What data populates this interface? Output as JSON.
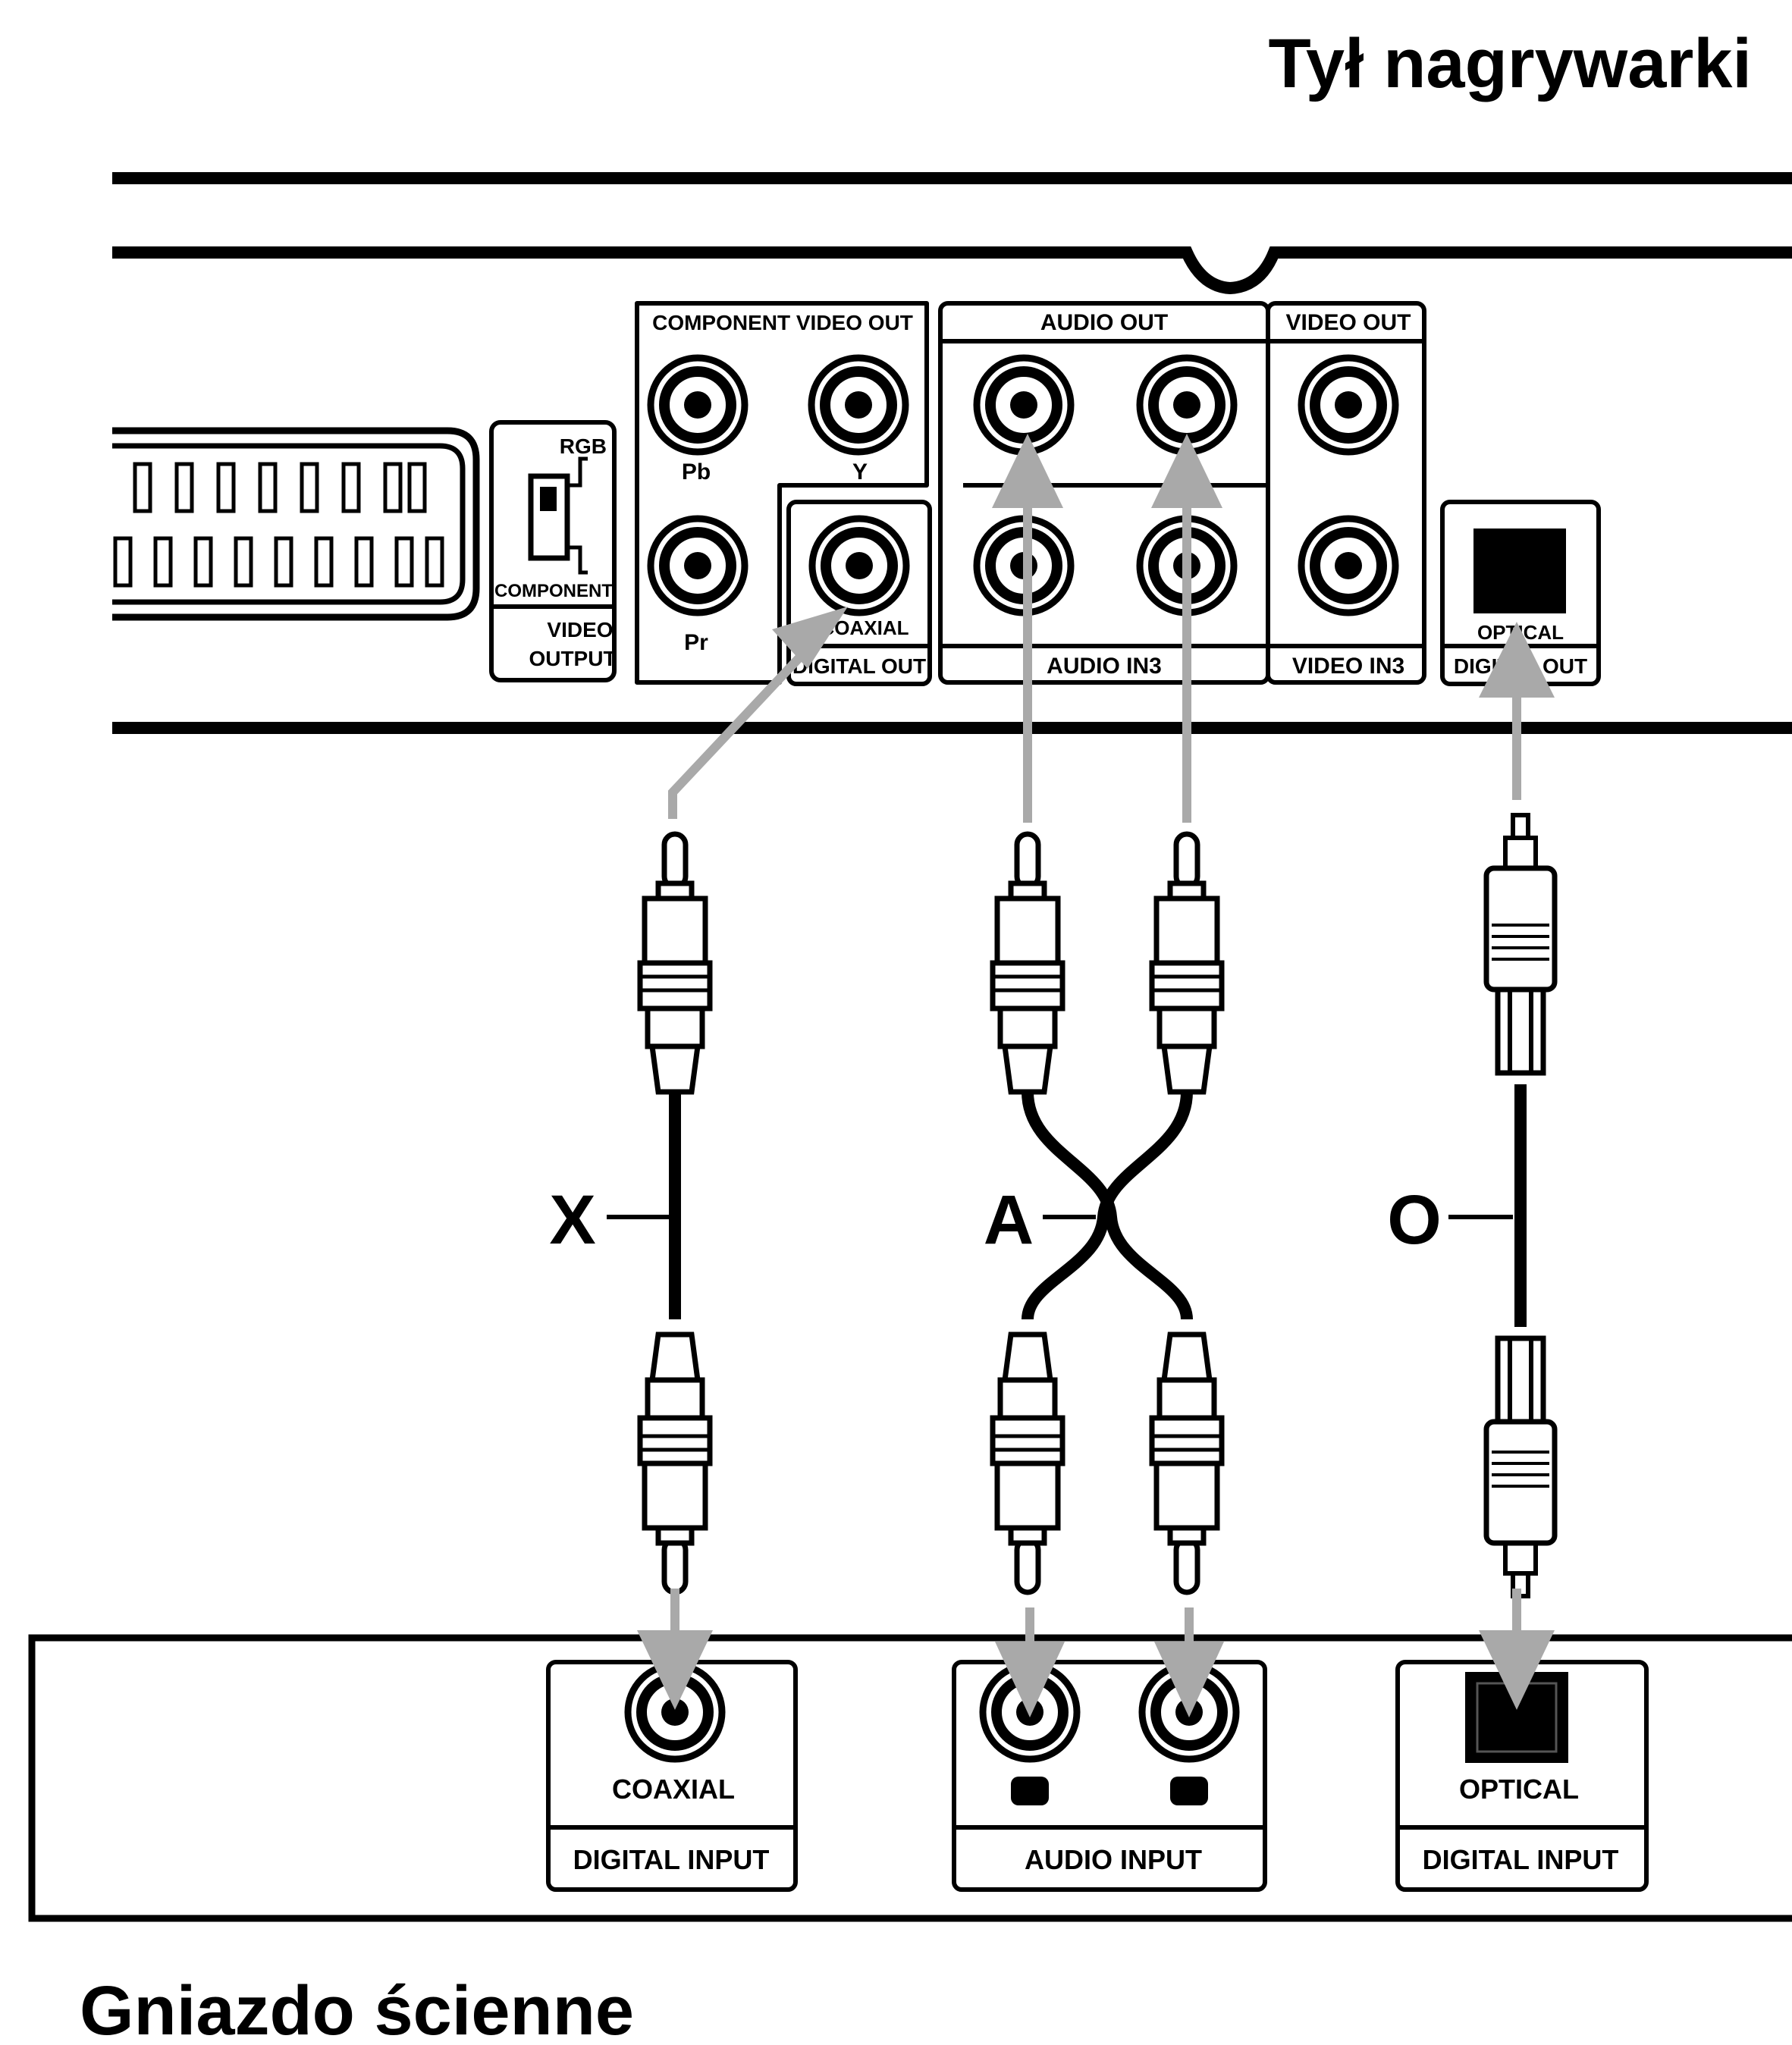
{
  "title_top": "Tył nagrywarki",
  "title_bottom": "Gniazdo ścienne",
  "recorder_panel": {
    "scart_label_hidden": "",
    "video_output": {
      "rgb": "RGB",
      "component": "COMPONENT",
      "caption_line1": "VIDEO",
      "caption_line2": "OUTPUT"
    },
    "component_video_out": {
      "header": "COMPONENT VIDEO OUT",
      "pb": "Pb",
      "y": "Y",
      "pr": "Pr"
    },
    "digital_out_coax": {
      "label": "COAXIAL",
      "caption": "DIGITAL OUT"
    },
    "audio_out": {
      "header": "AUDIO OUT"
    },
    "audio_in3": {
      "caption": "AUDIO IN3"
    },
    "video_out": {
      "header": "VIDEO OUT"
    },
    "video_in3": {
      "caption": "VIDEO IN3"
    },
    "digital_out_optical": {
      "label": "OPTICAL",
      "caption": "DIGITAL OUT"
    }
  },
  "cables": {
    "coaxial": "X",
    "audio": "A",
    "optical": "O"
  },
  "wall_panel": {
    "coax_input": {
      "label": "COAXIAL",
      "caption": "DIGITAL INPUT"
    },
    "audio_input": {
      "caption": "AUDIO INPUT"
    },
    "optical_input": {
      "label": "OPTICAL",
      "caption": "DIGITAL INPUT"
    }
  },
  "colors": {
    "ink": "#000000",
    "arrow": "#a9a9a9",
    "background": "#ffffff"
  }
}
